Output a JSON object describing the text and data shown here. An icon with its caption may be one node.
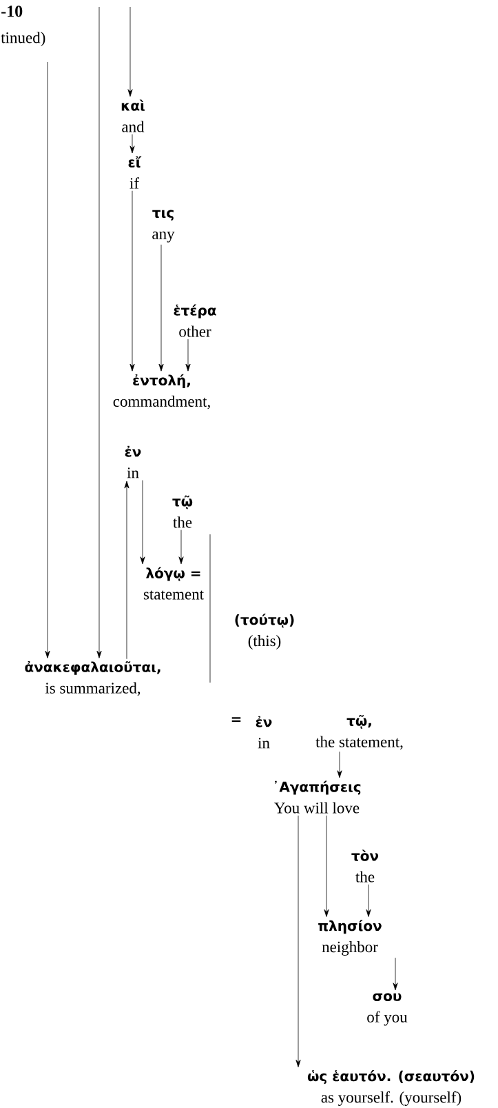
{
  "diagram": {
    "title": "-10",
    "nodes": [
      {
        "text": [
          "καὶ",
          "and"
        ]
      },
      {
        "text": [
          "εἴ",
          "if"
        ]
      },
      {
        "text": [
          "τις",
          "any"
        ]
      },
      {
        "text": [
          "ἑτέρα",
          "other"
        ]
      },
      {
        "text": [
          "ἐντολή,",
          "commandment,"
        ]
      },
      {
        "text": [
          "ἐν",
          "in"
        ]
      },
      {
        "text": [
          "τῷ",
          "the"
        ]
      },
      {
        "text": [
          "λόγῳ =",
          "statement"
        ]
      },
      {
        "text": [
          "(τούτῳ)",
          "(this)"
        ]
      },
      {
        "text": [
          "ἀνακεφαλαιοῦται,",
          "is summarized,"
        ]
      },
      {
        "text": [
          "ἐν",
          "in"
        ]
      },
      {
        "text": [
          "τῷ,",
          "the statement,"
        ]
      },
      {
        "text": [
          "᾿Αγαπήσεις",
          "You will love"
        ]
      },
      {
        "text": [
          "τὸν",
          "the"
        ]
      },
      {
        "text": [
          "πλησίον",
          "neighbor"
        ]
      },
      {
        "text": [
          "σου",
          "of you"
        ]
      },
      {
        "text": [
          "ὡς ἑαυτόν. (σεαυτόν)",
          "as yourself. (yourself)"
        ]
      }
    ],
    "edges": [
      {
        "from": null,
        "to": 0,
        "arrow": "to"
      },
      {
        "from": 0,
        "to": 1,
        "arrow": "to"
      },
      {
        "from": 1,
        "to": 4,
        "arrow": "to"
      },
      {
        "from": 2,
        "to": 4,
        "arrow": "to"
      },
      {
        "from": 3,
        "to": 4,
        "arrow": "to"
      },
      {
        "from": null,
        "to": 9,
        "arrow": "to"
      },
      {
        "from": null,
        "to": 9,
        "arrow": "to"
      },
      {
        "from": 9,
        "to": 5,
        "arrow": "to"
      },
      {
        "from": 5,
        "to": 7,
        "arrow": "to"
      },
      {
        "from": 6,
        "to": 7,
        "arrow": "to"
      },
      {
        "from": 11,
        "to": 12,
        "arrow": "to"
      },
      {
        "from": 12,
        "to": 16,
        "arrow": "to"
      },
      {
        "from": 12,
        "to": 14,
        "arrow": "to"
      },
      {
        "from": 13,
        "to": 14,
        "arrow": "to"
      },
      {
        "from": 14,
        "to": 15,
        "arrow": "to"
      }
    ],
    "labels": [
      "tinued)",
      "="
    ]
  }
}
